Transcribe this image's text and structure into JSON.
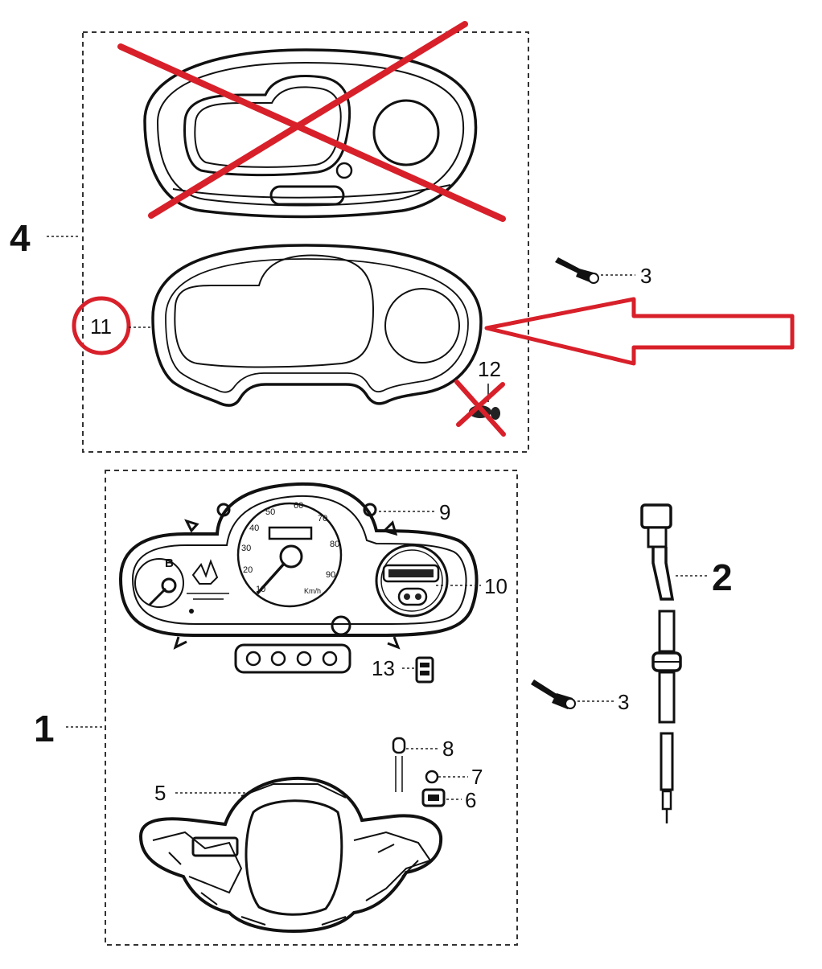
{
  "callouts": {
    "c1": "1",
    "c2": "2",
    "c3a": "3",
    "c3b": "3",
    "c4": "4",
    "c5": "5",
    "c6": "6",
    "c7": "7",
    "c8": "8",
    "c9": "9",
    "c10": "10",
    "c11": "11",
    "c12": "12",
    "c13": "13"
  },
  "gauge_labels": {
    "speedo": [
      "10",
      "20",
      "30",
      "40",
      "50",
      "60",
      "70",
      "80",
      "90"
    ],
    "kmh": "Km/h"
  },
  "colors": {
    "markup": "#d8202a",
    "ink": "#111111"
  }
}
